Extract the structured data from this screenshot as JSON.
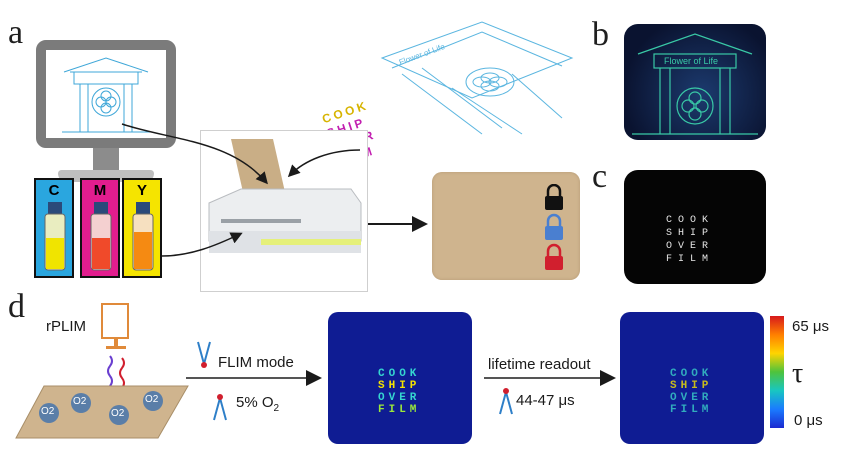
{
  "panels": {
    "a": "a",
    "b": "b",
    "c": "c",
    "d": "d"
  },
  "scene_a": {
    "inks": [
      "C",
      "M",
      "Y"
    ],
    "ink_colors": [
      "#2aa6df",
      "#e21d8e",
      "#f5e400"
    ],
    "word_grid": [
      "COOK",
      "SHIP",
      "OVER",
      "FILM"
    ],
    "flower_label": "Flower of Life",
    "lock_colors": [
      "#111111",
      "#4a7fd0",
      "#d11f2e"
    ]
  },
  "panel_b": {
    "sign": "Flower of Life"
  },
  "panel_c": {
    "rows": [
      "COOK",
      "SHIP",
      "OVER",
      "FILM"
    ]
  },
  "panel_d": {
    "rplim": "rPLIM",
    "o2": "O2",
    "mode_label": "FLIM mode",
    "o2_level_prefix": "5% O",
    "o2_level_sub": "2",
    "readout_label": "lifetime readout",
    "readout_range": "44-47 μs",
    "flim_rows": [
      "COOK",
      "SHIP",
      "OVER",
      "FILM"
    ],
    "colorbar": {
      "max": "65 μs",
      "symbol": "τ",
      "min": "0 μs"
    }
  }
}
